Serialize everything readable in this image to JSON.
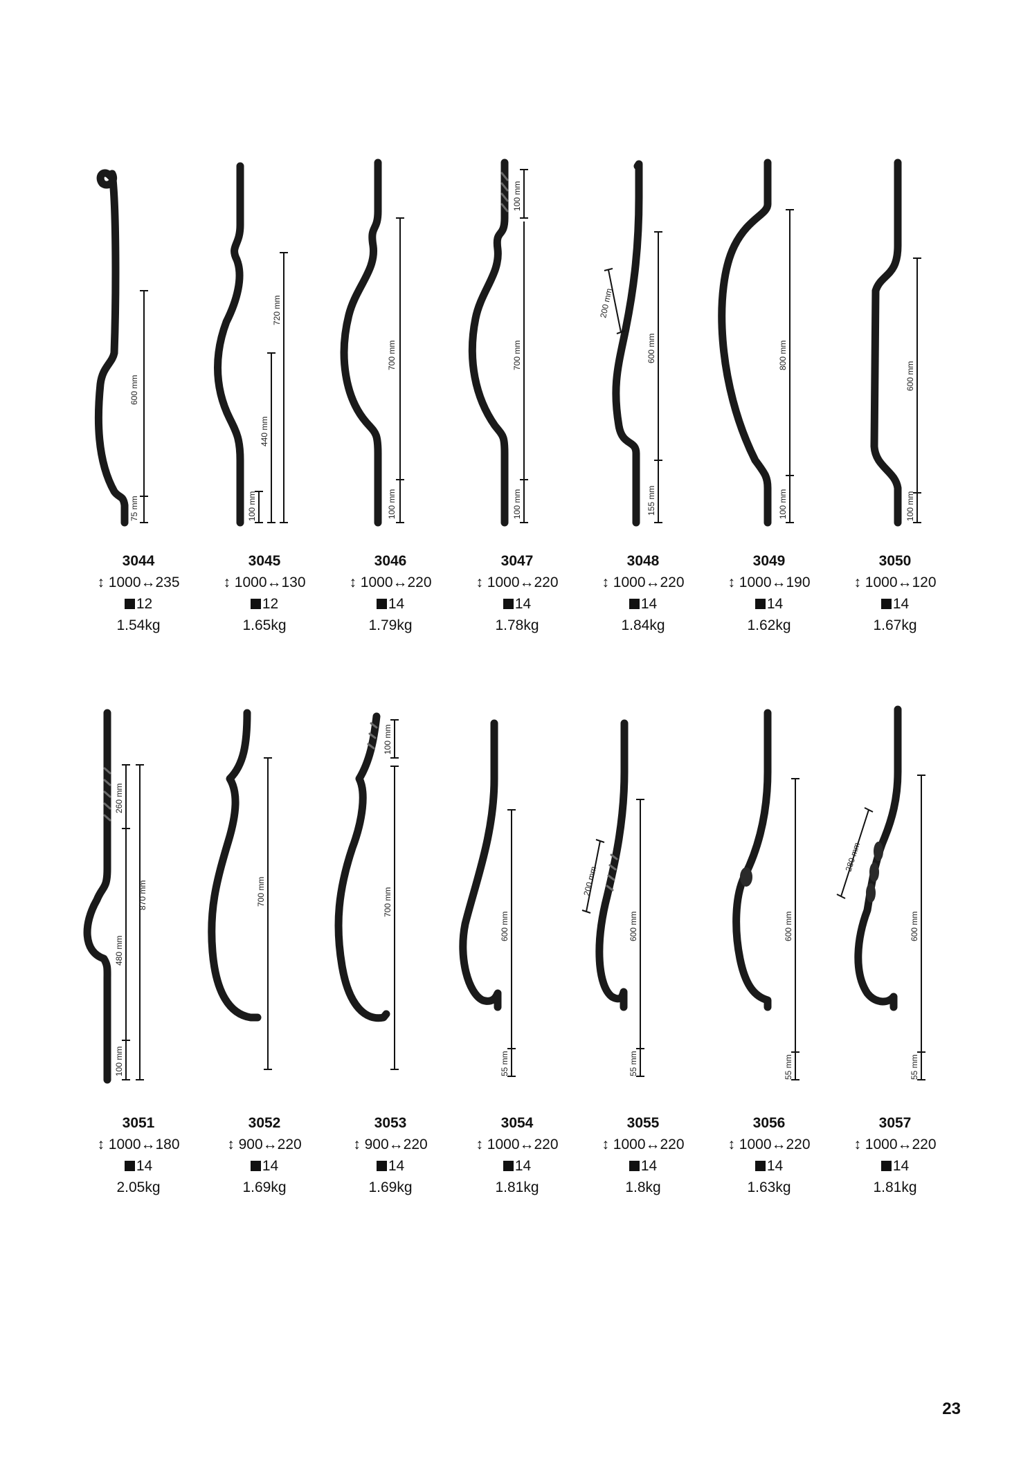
{
  "page": {
    "number": "23"
  },
  "icons": {
    "height": "↕",
    "width": "↔",
    "section": "square-section-icon"
  },
  "row1": [
    {
      "code": "3044",
      "height": "1000",
      "width": "235",
      "section": "12",
      "weight": "1.54kg",
      "dims_labels": [
        "600 mm",
        "75 mm"
      ]
    },
    {
      "code": "3045",
      "height": "1000",
      "width": "130",
      "section": "12",
      "weight": "1.65kg",
      "dims_labels": [
        "720 mm",
        "440 mm",
        "100 mm"
      ]
    },
    {
      "code": "3046",
      "height": "1000",
      "width": "220",
      "section": "14",
      "weight": "1.79kg",
      "dims_labels": [
        "700 mm",
        "100 mm"
      ]
    },
    {
      "code": "3047",
      "height": "1000",
      "width": "220",
      "section": "14",
      "weight": "1.78kg",
      "dims_labels": [
        "100 mm",
        "700 mm",
        "100 mm"
      ]
    },
    {
      "code": "3048",
      "height": "1000",
      "width": "220",
      "section": "14",
      "weight": "1.84kg",
      "dims_labels": [
        "200 mm",
        "600 mm",
        "155 mm"
      ]
    },
    {
      "code": "3049",
      "height": "1000",
      "width": "190",
      "section": "14",
      "weight": "1.62kg",
      "dims_labels": [
        "800 mm",
        "100 mm"
      ]
    },
    {
      "code": "3050",
      "height": "1000",
      "width": "120",
      "section": "14",
      "weight": "1.67kg",
      "dims_labels": [
        "600 mm",
        "100 mm"
      ]
    }
  ],
  "row2": [
    {
      "code": "3051",
      "height": "1000",
      "width": "180",
      "section": "14",
      "weight": "2.05kg",
      "dims_labels": [
        "260 mm",
        "870 mm",
        "480 mm",
        "100 mm"
      ]
    },
    {
      "code": "3052",
      "height": "900",
      "width": "220",
      "section": "14",
      "weight": "1.69kg",
      "dims_labels": [
        "700 mm"
      ]
    },
    {
      "code": "3053",
      "height": "900",
      "width": "220",
      "section": "14",
      "weight": "1.69kg",
      "dims_labels": [
        "100 mm",
        "700 mm"
      ]
    },
    {
      "code": "3054",
      "height": "1000",
      "width": "220",
      "section": "14",
      "weight": "1.81kg",
      "dims_labels": [
        "600 mm",
        "55 mm"
      ]
    },
    {
      "code": "3055",
      "height": "1000",
      "width": "220",
      "section": "14",
      "weight": "1.8kg",
      "dims_labels": [
        "200 mm",
        "600 mm",
        "55 mm"
      ]
    },
    {
      "code": "3056",
      "height": "1000",
      "width": "220",
      "section": "14",
      "weight": "1.63kg",
      "dims_labels": [
        "600 mm",
        "55 mm"
      ]
    },
    {
      "code": "3057",
      "height": "1000",
      "width": "220",
      "section": "14",
      "weight": "1.81kg",
      "dims_labels": [
        "280 mm",
        "600 mm",
        "55 mm"
      ]
    }
  ]
}
